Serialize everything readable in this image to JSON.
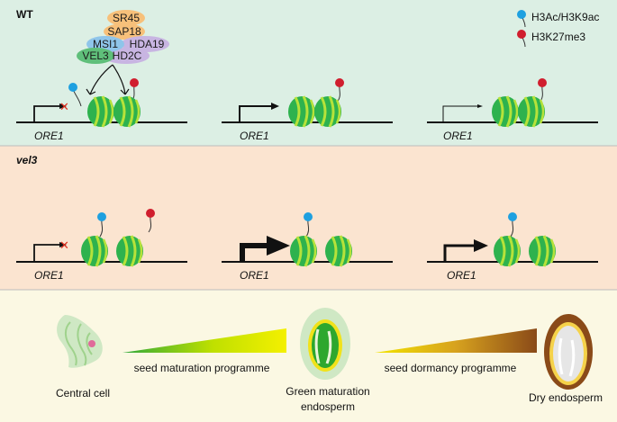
{
  "panels": {
    "wt": {
      "title": "WT",
      "legend": {
        "acetylation": {
          "label": "H3Ac/H3K9ac",
          "color": "#1ea0e0"
        },
        "methylation": {
          "label": "H3K27me3",
          "color": "#d01e2e"
        }
      },
      "complex": {
        "sr45": "SR45",
        "sap18": "SAP18",
        "msi1": "MSI1",
        "hda19": "HDA19",
        "vel3": "VEL3",
        "hd2c": "HD2C"
      },
      "genes": [
        "ORE1",
        "ORE1",
        "ORE1"
      ],
      "background": "#dcefe4"
    },
    "vel3": {
      "title": "vel3",
      "genes": [
        "ORE1",
        "ORE1",
        "ORE1"
      ],
      "background": "#fbe4d0"
    },
    "development": {
      "stages": [
        "Central cell",
        "Green maturation endosperm",
        "Dry endosperm"
      ],
      "stage_lines": [
        "Green maturation",
        "endosperm"
      ],
      "programmes": [
        "seed maturation programme",
        "seed dormancy programme"
      ],
      "background": "#fbf8e3"
    }
  },
  "colors": {
    "nucleosome": "#2eb24e",
    "nucleosome_band": "#b6e23a",
    "sr45": "#f7c07a",
    "sap18": "#f7c07a",
    "msi1": "#8fc5ea",
    "hda19": "#c8b5e2",
    "vel3": "#5fbf7a",
    "hd2c": "#c8b5e2"
  }
}
